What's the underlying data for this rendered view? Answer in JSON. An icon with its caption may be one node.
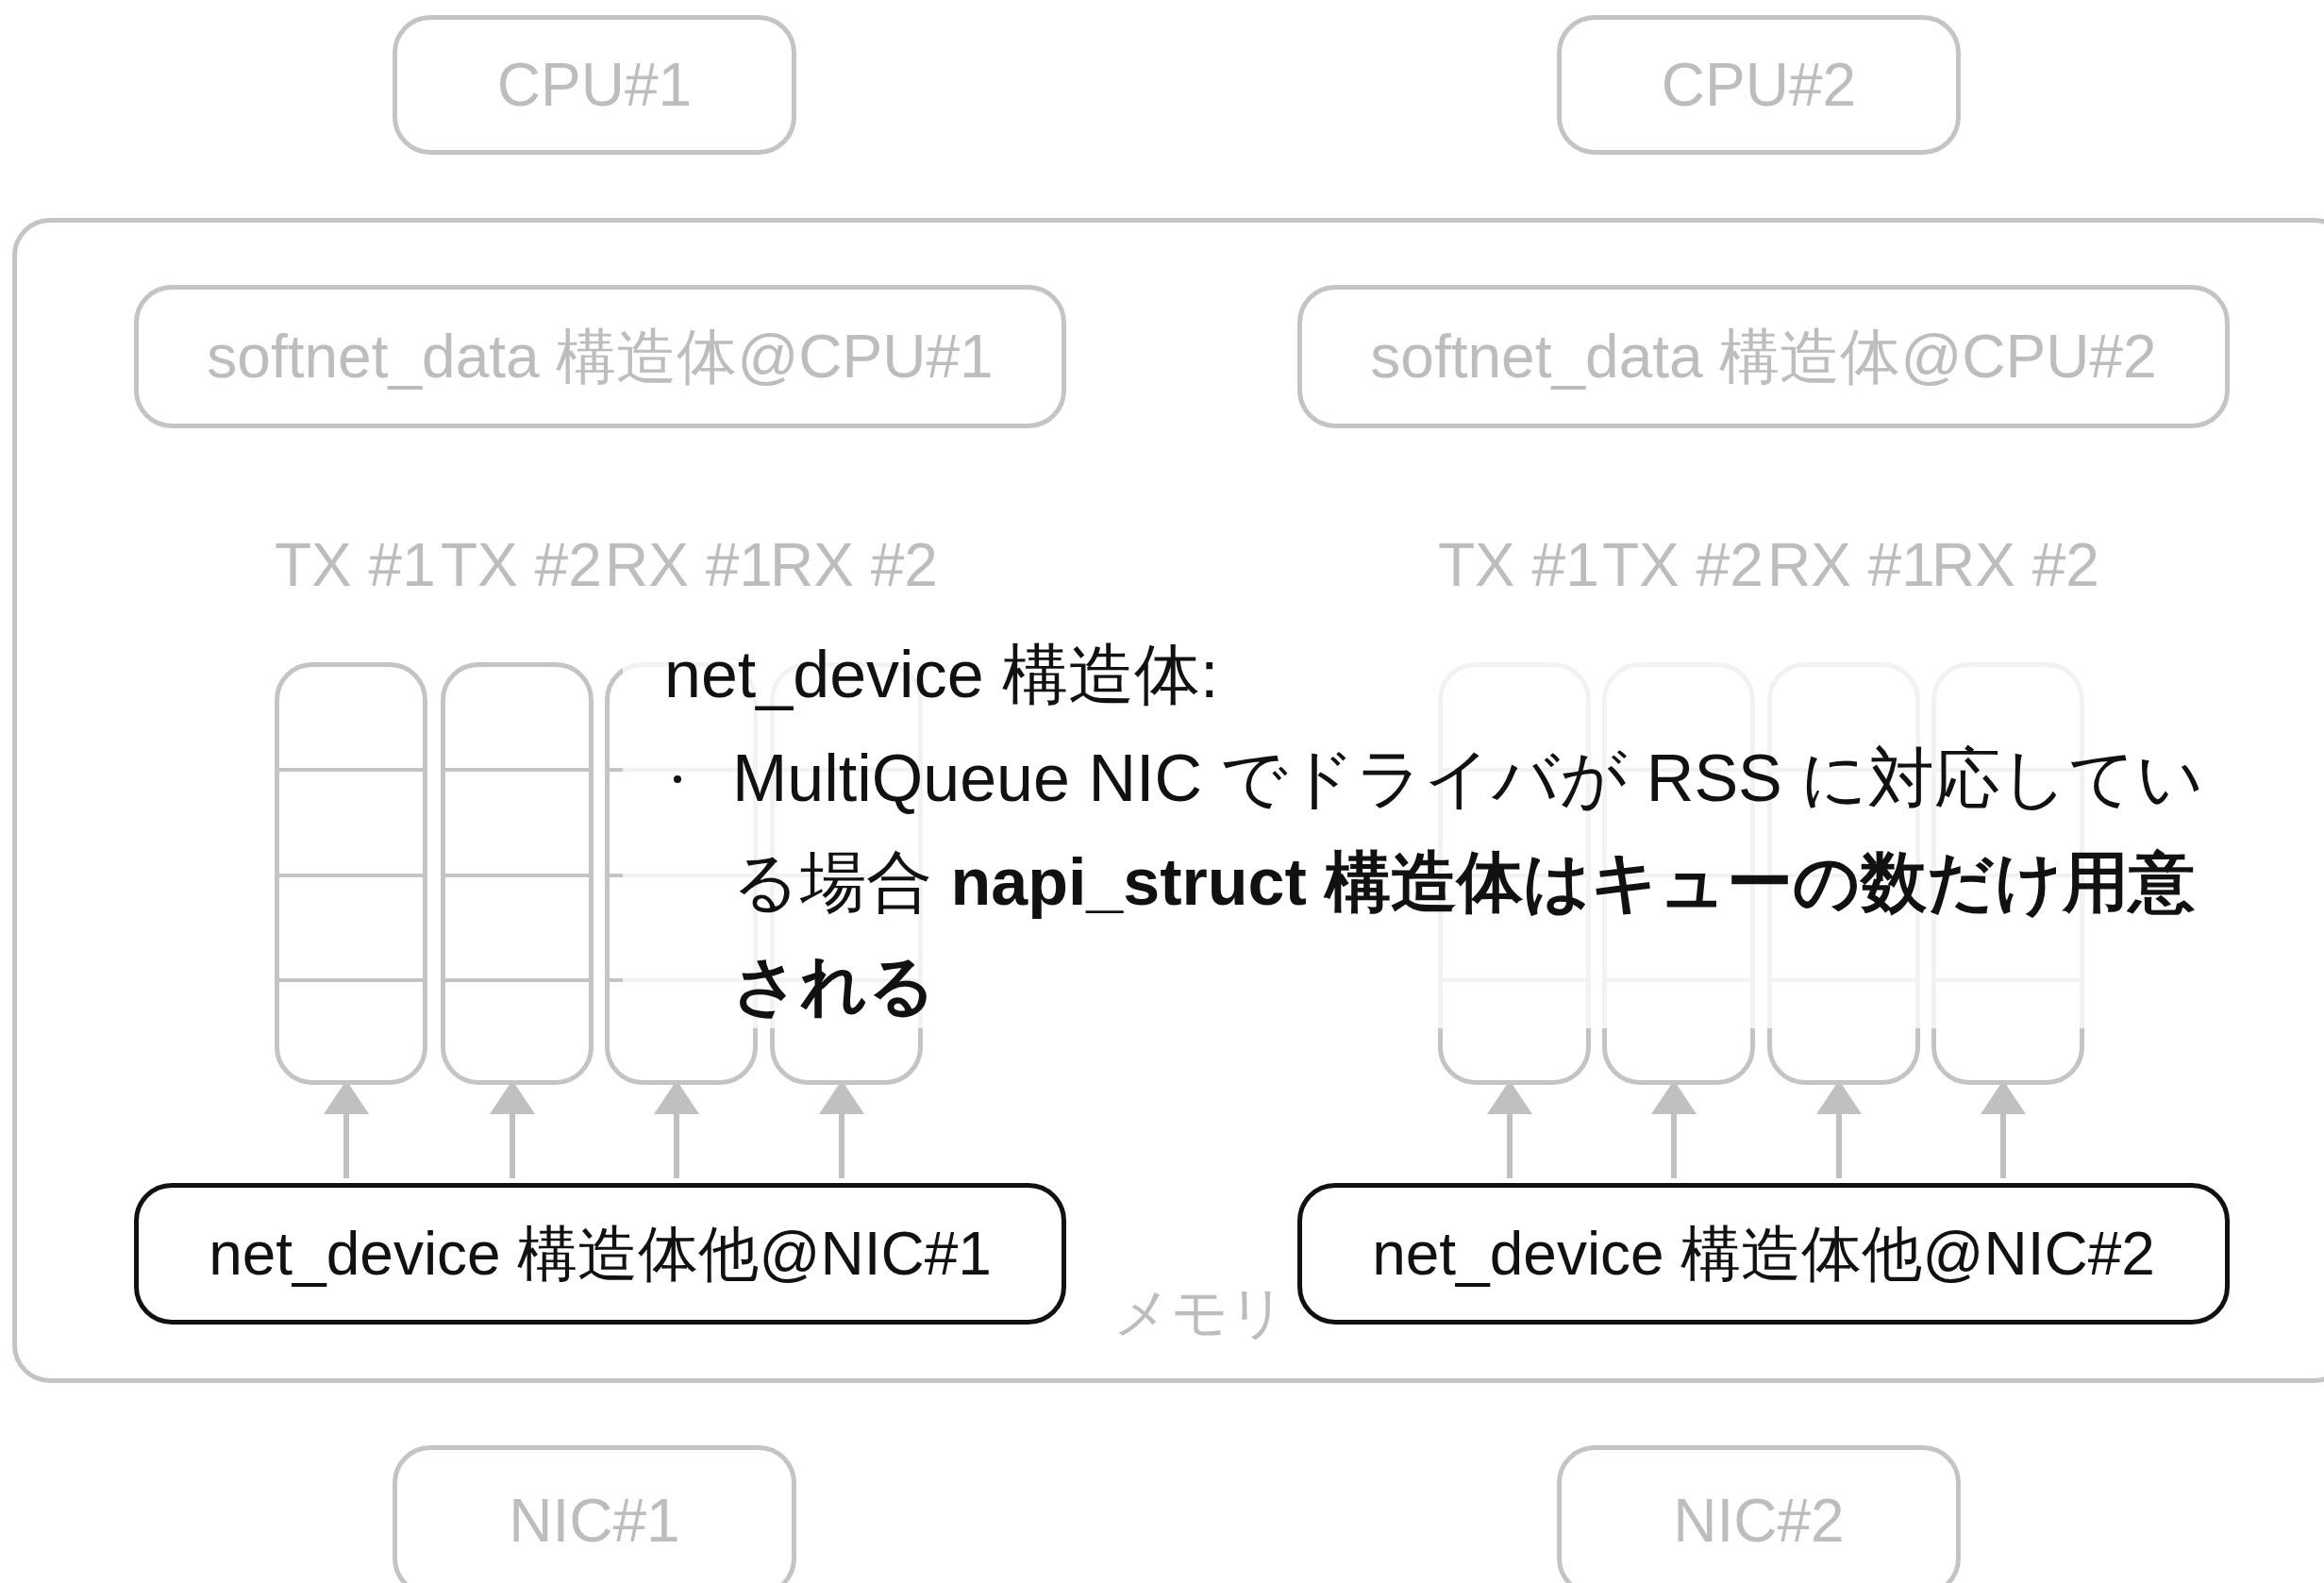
{
  "diagram": {
    "nodes": [
      {
        "text": [
          "CPU#1"
        ]
      },
      {
        "text": [
          "CPU#2"
        ]
      },
      {
        "text": [
          "メモリ"
        ]
      },
      {
        "text": [
          "softnet_data 構造体@CPU#1"
        ],
        "in": 2
      },
      {
        "text": [
          "softnet_data 構造体@CPU#2"
        ],
        "in": 2
      },
      {
        "text": [
          "TX #1"
        ],
        "in": 2
      },
      {
        "text": [
          "TX #2"
        ],
        "in": 2
      },
      {
        "text": [
          "RX #1"
        ],
        "in": 2
      },
      {
        "text": [
          "RX #2"
        ],
        "in": 2
      },
      {
        "text": [
          "TX #1"
        ],
        "in": 2
      },
      {
        "text": [
          "TX #2"
        ],
        "in": 2
      },
      {
        "text": [
          "RX #1"
        ],
        "in": 2
      },
      {
        "text": [
          "RX #2"
        ],
        "in": 2
      },
      {
        "text": [
          "net_device 構造体他@NIC#1"
        ],
        "in": 2
      },
      {
        "text": [
          "net_device 構造体他@NIC#2"
        ],
        "in": 2
      },
      {
        "text": [
          "NIC#1"
        ]
      },
      {
        "text": [
          "NIC#2"
        ]
      }
    ],
    "edges": [
      {
        "from": 13,
        "to": 5,
        "arrow": "to"
      },
      {
        "from": 13,
        "to": 6,
        "arrow": "to"
      },
      {
        "from": 13,
        "to": 7,
        "arrow": "to"
      },
      {
        "from": 13,
        "to": 8,
        "arrow": "to"
      },
      {
        "from": 14,
        "to": 9,
        "arrow": "to"
      },
      {
        "from": 14,
        "to": 10,
        "arrow": "to"
      },
      {
        "from": 14,
        "to": 11,
        "arrow": "to"
      },
      {
        "from": 14,
        "to": 12,
        "arrow": "to"
      }
    ],
    "labels": [
      "net_device 構造体:",
      "MultiQueue NIC でドライバが RSS に対応している場合 **napi_struct 構造体はキューの数だけ用意される**"
    ]
  }
}
